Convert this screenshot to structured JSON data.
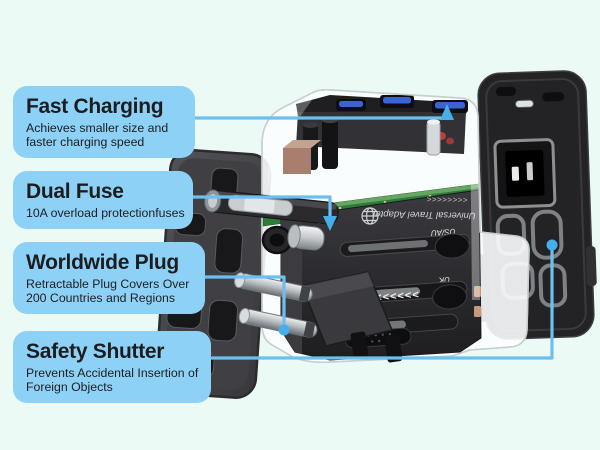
{
  "page": {
    "background": "#ecfaf6"
  },
  "colors": {
    "callout_bg": "#8dd2f6",
    "connector": "#6cc0ef",
    "marker": "#46afe9",
    "text": "#1d1d1f",
    "usb_port_blue": "#3b63d2",
    "pcb_green": "#2e7c39"
  },
  "callouts": [
    {
      "title": "Fast Charging",
      "description": "Achieves smaller size and faster charging speed"
    },
    {
      "title": "Dual Fuse",
      "description": "10A overload protectionfuses"
    },
    {
      "title": "Worldwide Plug",
      "description": "Retractable Plug Covers Over 200 Countries and Regions"
    },
    {
      "title": "Safety Shutter",
      "description": "Prevents Accidental Insertion of Foreign Objects"
    }
  ],
  "device": {
    "brand_text": "Universal Travel Adapter",
    "slider_labels": {
      "us_au": "US/AU",
      "uk": "UK"
    },
    "chevrons": "<<<<<<<<"
  }
}
